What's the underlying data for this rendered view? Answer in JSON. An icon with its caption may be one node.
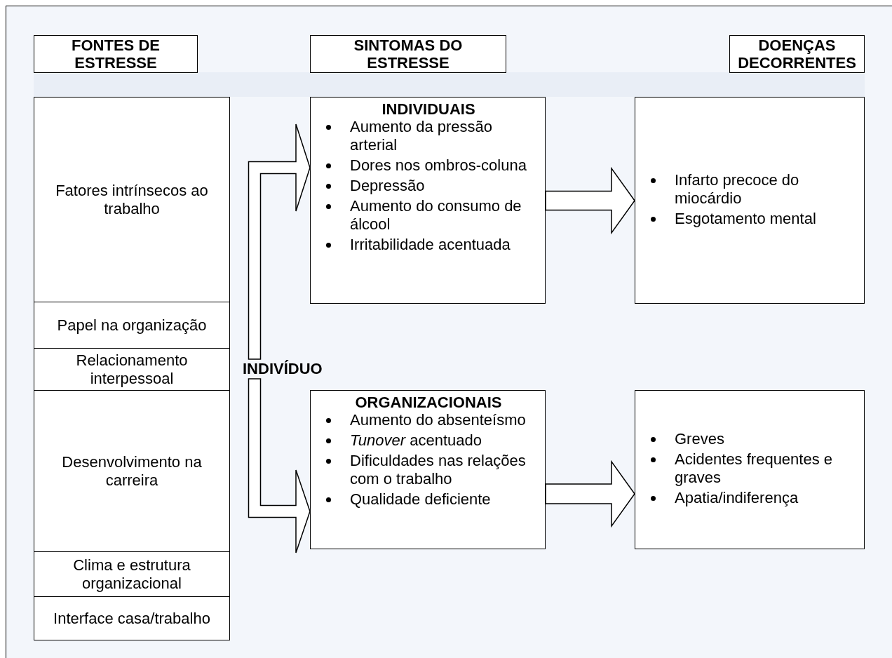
{
  "diagram": {
    "nodes": [
      {
        "text": [
          "FONTES DE ESTRESSE"
        ]
      },
      {
        "text": [
          "SINTOMAS DO ESTRESSE"
        ]
      },
      {
        "text": [
          "DOENÇAS DECORRENTES"
        ]
      },
      {
        "text": [
          "Fatores intrínsecos ao trabalho"
        ]
      },
      {
        "text": [
          "Papel na organização"
        ]
      },
      {
        "text": [
          "Relacionamento interpessoal"
        ]
      },
      {
        "text": [
          "Desenvolvimento na carreira"
        ]
      },
      {
        "text": [
          "Clima e estrutura organizacional"
        ]
      },
      {
        "text": [
          "Interface casa/trabalho"
        ]
      },
      {
        "text": [
          "INDIVÍDUO"
        ]
      },
      {
        "text": [
          "INDIVIDUAIS",
          "Aumento da pressão arterial",
          "Dores nos ombros-coluna",
          "Depressão",
          "Aumento do consumo de álcool",
          "Irritabilidade acentuada"
        ]
      },
      {
        "text": [
          "Infarto precoce do miocárdio",
          "Esgotamento mental"
        ]
      },
      {
        "text": [
          "ORGANIZACIONAIS",
          "Aumento do absenteísmo",
          "*Tunover* acentuado",
          "Dificuldades nas relações com o trabalho",
          "Qualidade deficiente"
        ]
      },
      {
        "text": [
          "Greves",
          "Acidentes frequentes e graves",
          "Apatia/indiferença"
        ]
      }
    ],
    "edges": [
      {
        "from": 9,
        "to": 10,
        "arrow": "to"
      },
      {
        "from": 9,
        "to": 12,
        "arrow": "to"
      },
      {
        "from": 10,
        "to": 11,
        "arrow": "to"
      },
      {
        "from": 12,
        "to": 13,
        "arrow": "to"
      }
    ]
  }
}
